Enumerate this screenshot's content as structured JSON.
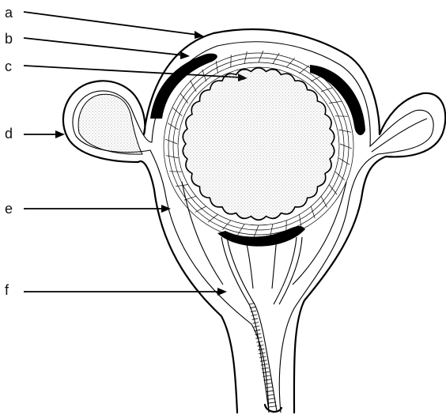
{
  "labels": {
    "a": "a",
    "b": "b",
    "c": "c",
    "d": "d",
    "e": "e",
    "f": "f"
  },
  "colors": {
    "ink": "#000000",
    "paper": "#ffffff",
    "stipple": "#7a7a7a"
  }
}
